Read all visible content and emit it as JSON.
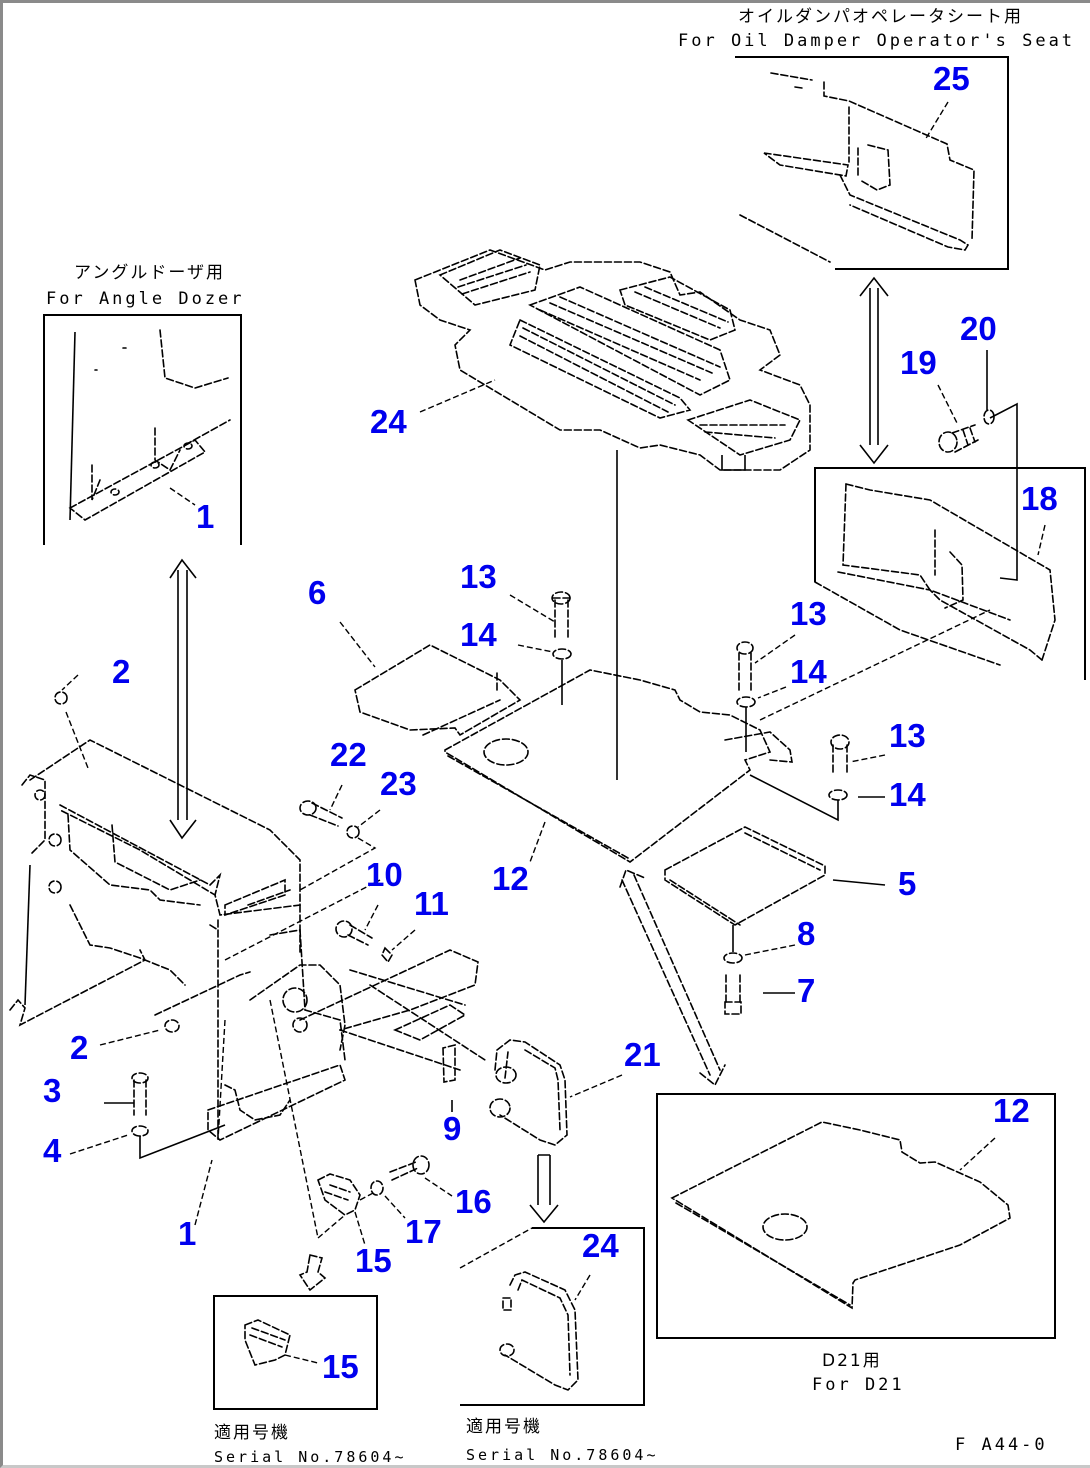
{
  "diagram": {
    "type": "exploded-parts-diagram",
    "figure_code": "F A44-0",
    "callout_color": "#0000ee",
    "line_color": "#000000",
    "insets": {
      "oil_damper_seat": {
        "caption_jp": "オイルダンパオペレータシート用",
        "caption_en": "For Oil Damper Operator's Seat",
        "parts": [
          "25"
        ]
      },
      "angle_dozer": {
        "caption_jp": "アングルドーザ用",
        "caption_en": "For Angle Dozer",
        "parts": [
          "1"
        ]
      },
      "d21": {
        "caption_jp": "D21用",
        "caption_en": "For D21",
        "parts": [
          "12"
        ]
      },
      "serial_step": {
        "caption_jp": "適用号機",
        "caption_en": "Serial No.78604~",
        "parts": [
          "15"
        ]
      },
      "serial_handrail": {
        "caption_jp": "適用号機",
        "caption_en": "Serial No.78604~",
        "parts": [
          "24"
        ]
      }
    },
    "callouts": [
      {
        "id": "c1",
        "label": "25"
      },
      {
        "id": "c2",
        "label": "1"
      },
      {
        "id": "c3",
        "label": "24"
      },
      {
        "id": "c4",
        "label": "20"
      },
      {
        "id": "c5",
        "label": "19"
      },
      {
        "id": "c6",
        "label": "18"
      },
      {
        "id": "c7",
        "label": "13"
      },
      {
        "id": "c8",
        "label": "14"
      },
      {
        "id": "c9",
        "label": "6"
      },
      {
        "id": "c10",
        "label": "13"
      },
      {
        "id": "c11",
        "label": "14"
      },
      {
        "id": "c12",
        "label": "13"
      },
      {
        "id": "c13",
        "label": "14"
      },
      {
        "id": "c14",
        "label": "2"
      },
      {
        "id": "c15",
        "label": "22"
      },
      {
        "id": "c16",
        "label": "23"
      },
      {
        "id": "c17",
        "label": "10"
      },
      {
        "id": "c18",
        "label": "11"
      },
      {
        "id": "c19",
        "label": "12"
      },
      {
        "id": "c20",
        "label": "5"
      },
      {
        "id": "c21",
        "label": "8"
      },
      {
        "id": "c22",
        "label": "7"
      },
      {
        "id": "c23",
        "label": "2"
      },
      {
        "id": "c24",
        "label": "3"
      },
      {
        "id": "c25",
        "label": "4"
      },
      {
        "id": "c26",
        "label": "9"
      },
      {
        "id": "c27",
        "label": "21"
      },
      {
        "id": "c28",
        "label": "12"
      },
      {
        "id": "c29",
        "label": "1"
      },
      {
        "id": "c30",
        "label": "16"
      },
      {
        "id": "c31",
        "label": "17"
      },
      {
        "id": "c32",
        "label": "15"
      },
      {
        "id": "c33",
        "label": "24"
      },
      {
        "id": "c34",
        "label": "15"
      }
    ]
  }
}
